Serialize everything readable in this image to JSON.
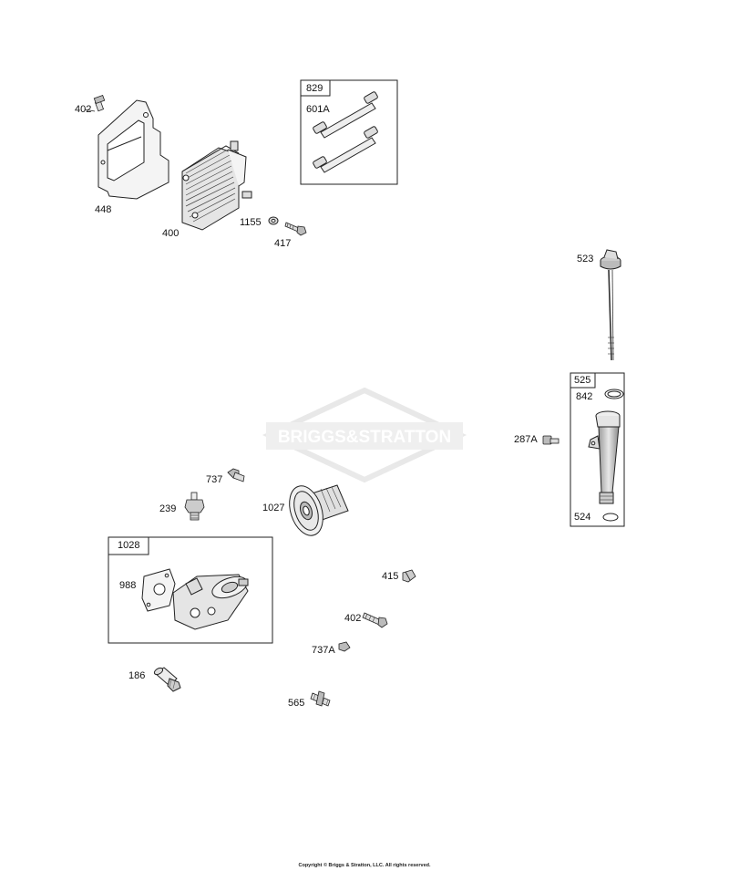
{
  "labels": {
    "p402_top": "402",
    "p448": "448",
    "p400": "400",
    "p1155": "1155",
    "p417": "417",
    "p829": "829",
    "p601A": "601A",
    "p523": "523",
    "p525": "525",
    "p842": "842",
    "p287A": "287A",
    "p524": "524",
    "p737": "737",
    "p239": "239",
    "p1027": "1027",
    "p1028": "1028",
    "p988": "988",
    "p415": "415",
    "p402_bottom": "402",
    "p737A": "737A",
    "p186": "186",
    "p565": "565"
  },
  "watermark": "BRIGGS&STRATTON",
  "copyright": "Copyright © Briggs & Stratton, LLC. All rights reserved."
}
